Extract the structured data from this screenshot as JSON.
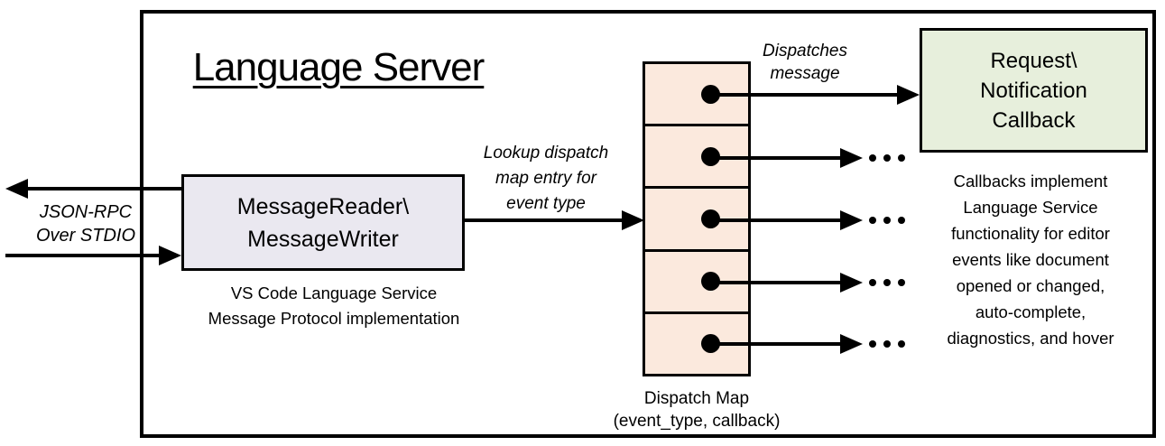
{
  "colors": {
    "stroke": "#000000",
    "reader_box_bg": "#eae8f0",
    "dispatch_bg": "#fbe9dd",
    "callback_bg": "#e7efdc"
  },
  "title": "Language Server",
  "reader": {
    "line1": "MessageReader\\",
    "line2": "MessageWriter",
    "caption_line1": "VS Code Language Service",
    "caption_line2": "Message Protocol implementation"
  },
  "stdio": {
    "line1": "JSON-RPC",
    "line2": "Over STDIO"
  },
  "lookup": {
    "line1": "Lookup dispatch",
    "line2": "map entry for",
    "line3": "event type"
  },
  "dispatches": {
    "line1": "Dispatches",
    "line2": "message"
  },
  "dispatch_map": {
    "caption_line1": "Dispatch Map",
    "caption_line2": "(event_type, callback)"
  },
  "callback_box": {
    "line1": "Request\\",
    "line2": "Notification",
    "line3": "Callback"
  },
  "callbacks_note": {
    "lines": [
      "Callbacks implement",
      "Language Service",
      "functionality for editor",
      "events like document",
      "opened or changed,",
      "auto-complete,",
      "diagnostics, and hover"
    ]
  }
}
